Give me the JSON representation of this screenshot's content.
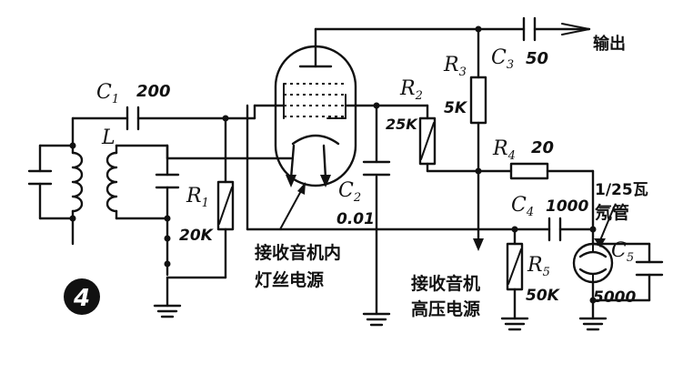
{
  "figure_number": "4",
  "components": {
    "C1": {
      "label": "C",
      "sub": "1",
      "value": "200"
    },
    "L": {
      "label": "L"
    },
    "C2": {
      "label": "C",
      "sub": "2",
      "value": "0.01"
    },
    "C3": {
      "label": "C",
      "sub": "3",
      "value": "50"
    },
    "C4": {
      "label": "C",
      "sub": "4",
      "value": "1000"
    },
    "C5": {
      "label": "C",
      "sub": "5",
      "value": "5000"
    },
    "R1": {
      "label": "R",
      "sub": "1",
      "value": "20K"
    },
    "R2": {
      "label": "R",
      "sub": "2",
      "value": "25K"
    },
    "R3": {
      "label": "R",
      "sub": "3",
      "value": "5K"
    },
    "R4": {
      "label": "R",
      "sub": "4",
      "value": "20"
    },
    "R5": {
      "label": "R",
      "sub": "5",
      "value": "50K"
    },
    "neon": {
      "line1": "1/25瓦",
      "line2": "氖管"
    }
  },
  "annotations": {
    "output": "输出",
    "filament_supply": [
      "接收音机内",
      "灯丝电源"
    ],
    "hv_supply": [
      "接收音机",
      "高压电源"
    ]
  }
}
